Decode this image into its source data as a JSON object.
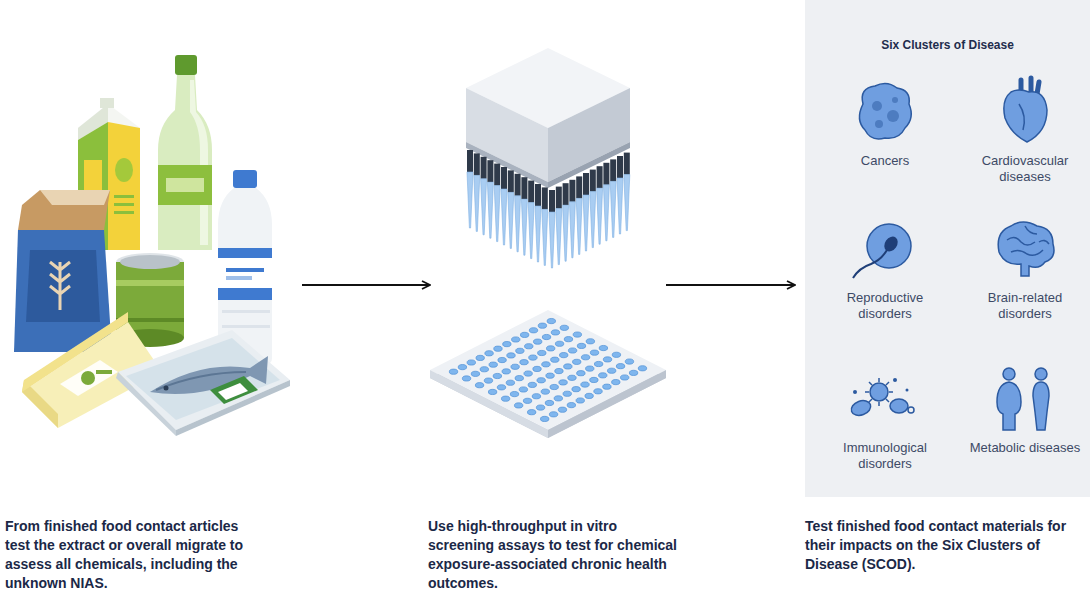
{
  "diagram": {
    "nodes": [
      {
        "text": [
          "Six Clusters of Disease"
        ]
      }
    ],
    "labels": [
      "Cancers",
      "Cardiovascular diseases",
      "Reproductive disorders",
      "Brain-related disorders",
      "Immunological disorders",
      "Metabolic diseases",
      "From finished food contact articles test the extract or overall migrate to assess all chemicals, including the unknown NIAS.",
      "Use high-throughput in vitro screening assays to test for chemical exposure-associated chronic health outcomes.",
      "Test finished food contact materials for their impacts on the Six Clusters of Disease (SCOD)."
    ]
  }
}
